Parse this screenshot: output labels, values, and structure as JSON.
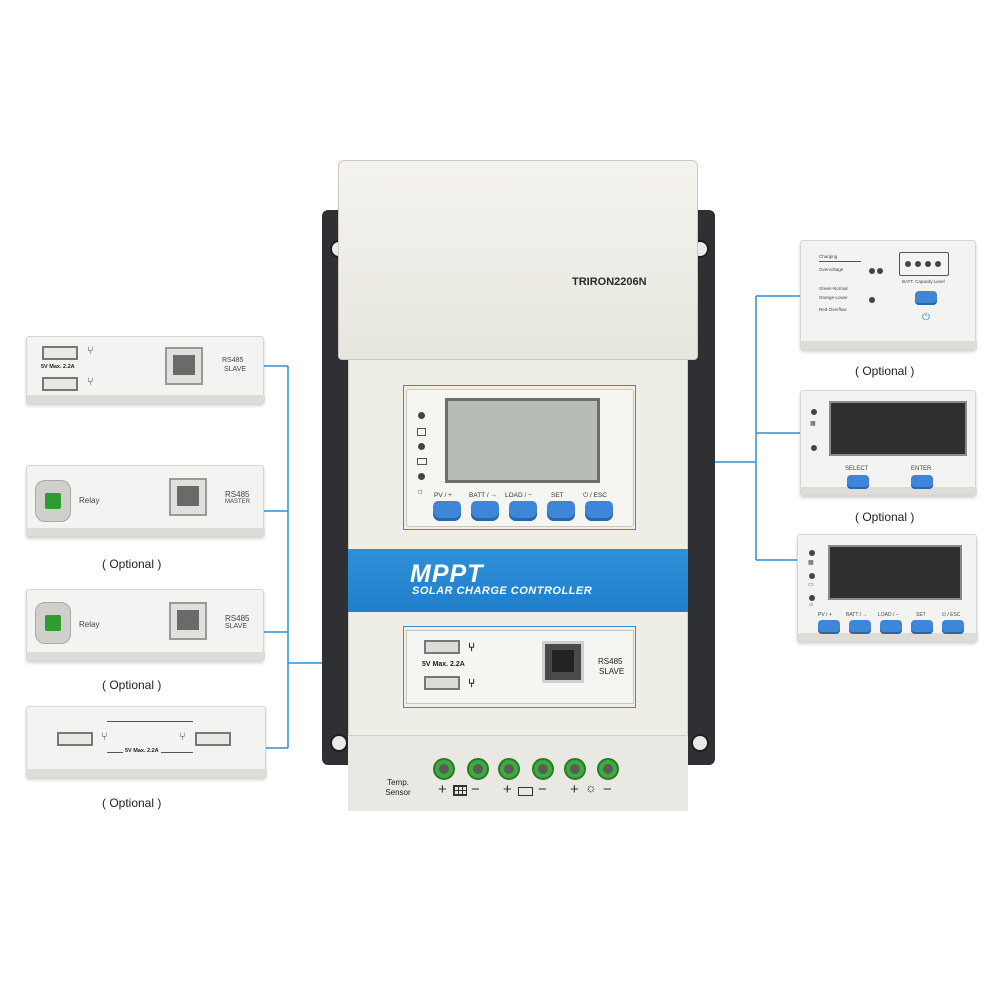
{
  "main_controller": {
    "model": "TRIRON2206N",
    "buttons": [
      "PV / +",
      "BATT / →",
      "LOAD / −",
      "SET",
      "⏻ / ESC"
    ],
    "brand": "MPPT",
    "subtitle": "SOLAR CHARGE CONTROLLER",
    "usb_spec": "5V   Max. 2.2A",
    "rs485": "RS485",
    "slave": "SLAVE",
    "temp_sensor": "Temp.\nSensor",
    "terminals": [
      "+",
      "−",
      "+",
      "−",
      "+",
      "−"
    ]
  },
  "left_modules": [
    {
      "type": "usb-rs485",
      "usb_spec": "5V   Max. 2.2A",
      "rs485": "RS485",
      "role": "SLAVE"
    },
    {
      "type": "relay-rs485",
      "relay": "Relay",
      "rs485": "RS485",
      "role": "MASTER",
      "caption": "( Optional )"
    },
    {
      "type": "relay-rs485",
      "relay": "Relay",
      "rs485": "RS485",
      "role": "SLAVE",
      "caption": "( Optional )"
    },
    {
      "type": "dual-usb",
      "usb_spec": "5V   Max. 2.2A",
      "caption": "( Optional )"
    }
  ],
  "right_modules": [
    {
      "type": "led-display",
      "labels": [
        "Charging",
        "Overvoltage",
        "Green-Normal",
        "Orange-Lower",
        "Red-Overflow"
      ],
      "batt": "BATT. Capacity Level",
      "caption": "( Optional )"
    },
    {
      "type": "lcd-2btn",
      "buttons": [
        "SELECT",
        "ENTER"
      ],
      "caption": "( Optional )"
    },
    {
      "type": "lcd-5btn",
      "buttons": [
        "PV / +",
        "BATT / →",
        "LOAD / −",
        "SET",
        "⏻ / ESC"
      ]
    }
  ],
  "colors": {
    "accent": "#2f8fd8",
    "wire": "#2f8fd8",
    "button": "#3d86d8",
    "terminal": "#3eab3e"
  }
}
